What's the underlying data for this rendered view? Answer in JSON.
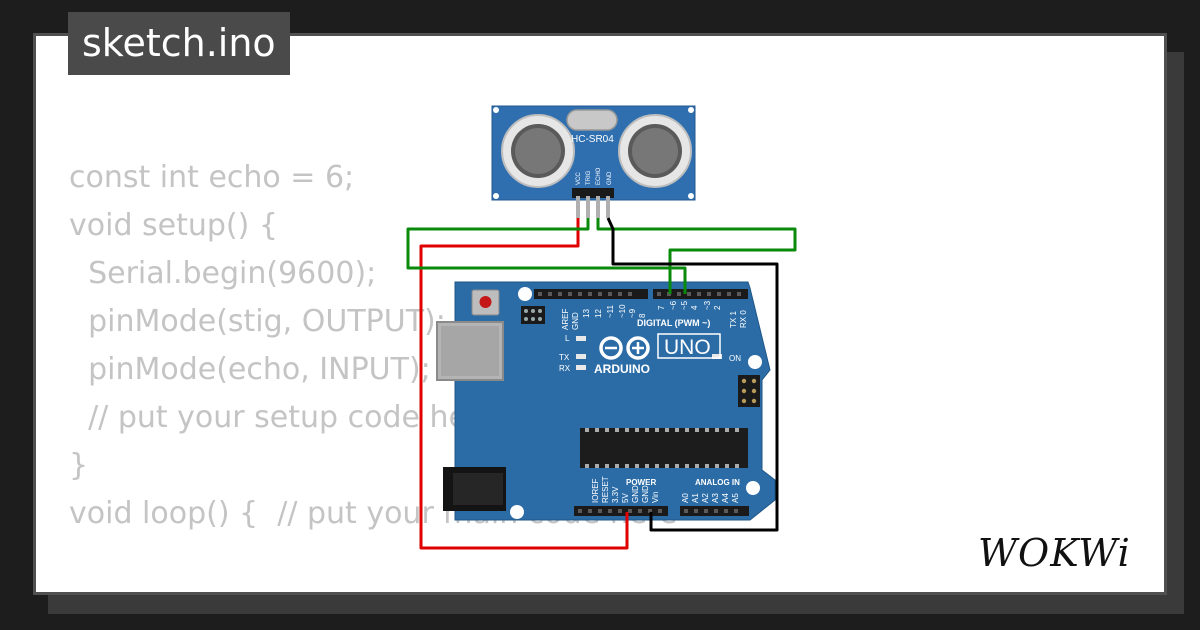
{
  "sketch": {
    "filename": "sketch.ino",
    "code_lines": [
      "const int echo = 6;",
      "void setup() {",
      "  Serial.begin(9600);",
      "  pinMode(stig, OUTPUT);",
      "  pinMode(echo, INPUT);",
      "  // put your setup code here",
      "",
      "}",
      "",
      "void loop() {  // put your main code here"
    ]
  },
  "sensor": {
    "model": "HC-SR04",
    "pins": [
      "VCC",
      "TRIG",
      "ECHO",
      "GND"
    ]
  },
  "board": {
    "brand": "ARDUINO",
    "model": "UNO",
    "digital_header_label": "DIGITAL (PWM ~)",
    "power_label": "POWER",
    "analog_label": "ANALOG IN",
    "led_labels": {
      "l": "L",
      "tx": "TX",
      "rx": "RX",
      "on": "ON"
    },
    "digital_pin_labels": [
      "AREF",
      "GND",
      "13",
      "12",
      "~11",
      "~10",
      "~9",
      "8",
      "7",
      "~6",
      "~5",
      "4",
      "~3",
      "2",
      "TX 1",
      "RX 0"
    ],
    "power_pin_labels": [
      "IOREF",
      "RESET",
      "3.3V",
      "5V",
      "GND",
      "GND",
      "Vin"
    ],
    "analog_pin_labels": [
      "A0",
      "A1",
      "A2",
      "A3",
      "A4",
      "A5"
    ]
  },
  "wires": [
    {
      "name": "vcc-to-5v",
      "color": "#e00000"
    },
    {
      "name": "trig-to-pin5",
      "color": "#0a8a0a"
    },
    {
      "name": "echo-to-pin6",
      "color": "#0a8a0a"
    },
    {
      "name": "gnd-to-gnd",
      "color": "#000000"
    }
  ],
  "colors": {
    "board": "#2b6ca7",
    "sensor": "#2f6fb0",
    "code_text": "#c4c4c4",
    "title_tag_bg": "#4a4a4a"
  },
  "branding": {
    "logo_text": "WOKWi"
  }
}
